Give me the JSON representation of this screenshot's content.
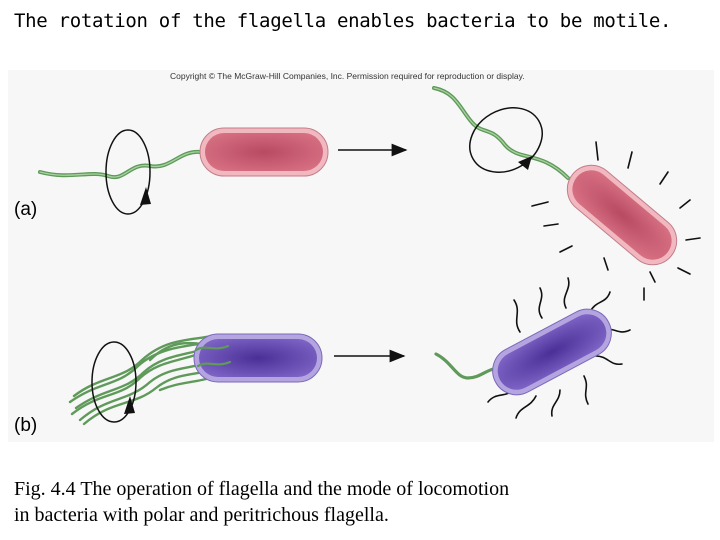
{
  "title": "The rotation of the flagella enables bacteria to be motile.",
  "figure": {
    "copyright": "Copyright © The McGraw-Hill Companies, Inc. Permission required for reproduction or display.",
    "panel_a_label": "(a)",
    "panel_b_label": "(b)"
  },
  "caption": {
    "line1": "Fig. 4.4 The operation of flagella and the mode of locomotion",
    "line2": "in bacteria with polar and peritrichous flagella."
  },
  "colors": {
    "cell_pink": "#c95b6e",
    "cell_pink_rim": "#f2b8c0",
    "cell_purple": "#6b4fb3",
    "cell_purple_rim": "#b4a5e0",
    "flagellum": "#5f9a5a"
  }
}
